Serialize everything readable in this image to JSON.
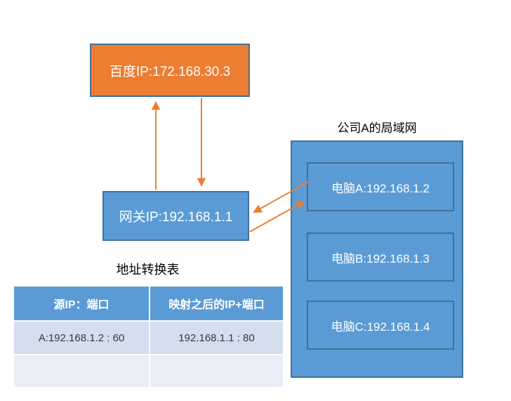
{
  "diagram": {
    "internet_node": {
      "label": "百度IP:172.168.30.3",
      "fill": "#ED7D31",
      "border": "#41719C"
    },
    "gateway_node": {
      "label": "网关IP:192.168.1.1",
      "fill": "#5B9BD5",
      "border": "#41719C"
    },
    "lan": {
      "title": "公司A的局域网",
      "fill": "#5B9BD5",
      "border": "#41719C",
      "hosts": [
        {
          "label": "电脑A:192.168.1.2"
        },
        {
          "label": "电脑B:192.168.1.3"
        },
        {
          "label": "电脑C:192.168.1.4"
        }
      ]
    },
    "arrows": {
      "color": "#ED7D31",
      "items": [
        {
          "name": "gateway-to-internet-uplink",
          "direction": "up"
        },
        {
          "name": "internet-to-gateway-downlink",
          "direction": "down"
        },
        {
          "name": "pc-a-to-gateway",
          "direction": "down-left"
        },
        {
          "name": "gateway-to-pc-a",
          "direction": "up-right"
        }
      ]
    }
  },
  "nat_table": {
    "title": "地址转换表",
    "header_fill": "#5B9BD5",
    "row_fill": "#D3DEEF",
    "empty_row_fill": "#E9EEF7",
    "columns": [
      "源IP：端口",
      "映射之后的IP+端口"
    ],
    "rows": [
      [
        "A:192.168.1.2 : 60",
        "192.168.1.1 : 80"
      ],
      [
        "",
        ""
      ]
    ]
  }
}
